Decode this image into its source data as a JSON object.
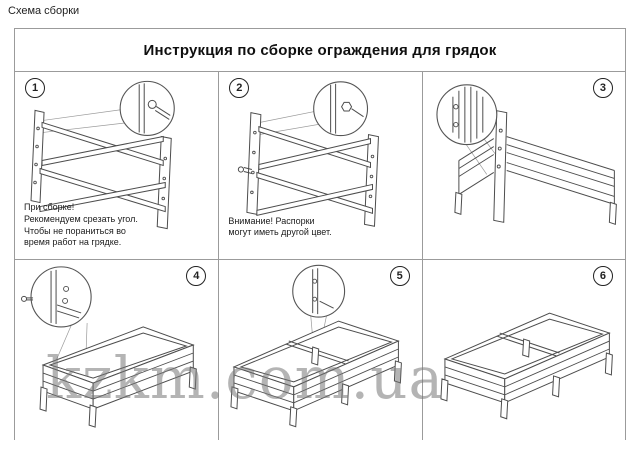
{
  "page": {
    "label": "Схема сборки",
    "watermark": "kzkm.com.ua"
  },
  "doc": {
    "title": "Инструкция по сборке ограждения для грядок"
  },
  "steps": [
    {
      "number": "1",
      "caption": "При сборке!\nРекомендуем срезать угол.\nЧтобы не пораниться во\nвремя работ на грядке."
    },
    {
      "number": "2",
      "caption": "Внимание! Распорки\nмогут иметь другой цвет."
    },
    {
      "number": "3",
      "caption": ""
    },
    {
      "number": "4",
      "caption": ""
    },
    {
      "number": "5",
      "caption": ""
    },
    {
      "number": "6",
      "caption": ""
    }
  ]
}
